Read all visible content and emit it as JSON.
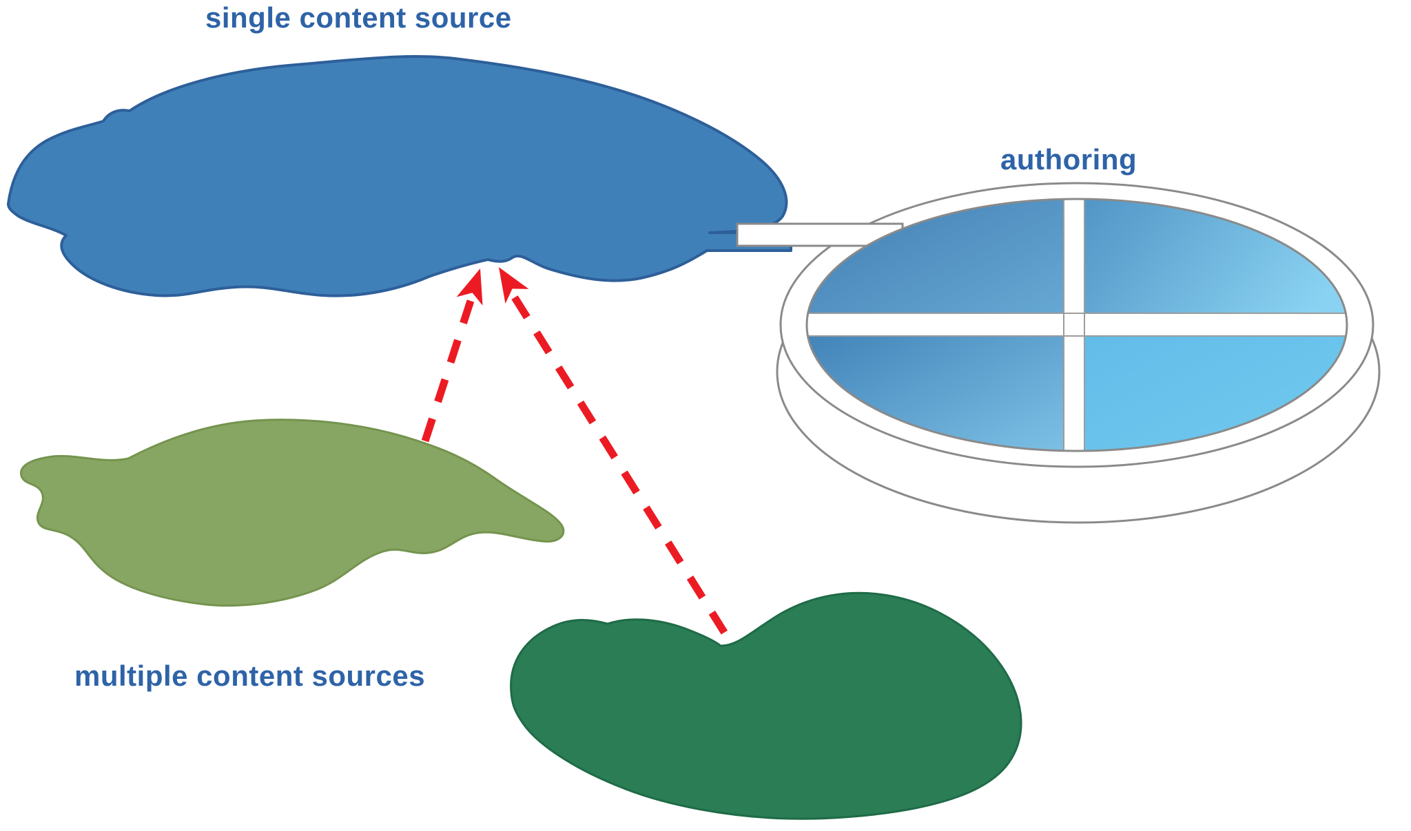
{
  "labels": {
    "single_source": "single content source",
    "authoring": "authoring",
    "multiple_sources": "multiple content sources"
  },
  "colors": {
    "label_text": "#2e63a7",
    "single_source_fill": "#4080b8",
    "single_source_stroke": "#2d5f99",
    "olive_source_fill": "#88a663",
    "olive_source_stroke": "#74944e",
    "green_source_fill": "#2a7d55",
    "green_source_stroke": "#1f6b47",
    "arrow_red": "#ec1b23",
    "lens_body_fill": "#ffffff",
    "lens_stroke": "#8a8a8a",
    "crossbar_edge": "#9c9c9c",
    "glass_tl_from": "#3b76ab",
    "glass_tl_to": "#66a8d4",
    "glass_tr_from": "#4c90c2",
    "glass_tr_to": "#8ad2f2",
    "glass_bl_from": "#3f80b6",
    "glass_bl_to": "#85c9ec",
    "glass_br_from": "#62bce8",
    "glass_br_to": "#74cdf0"
  }
}
